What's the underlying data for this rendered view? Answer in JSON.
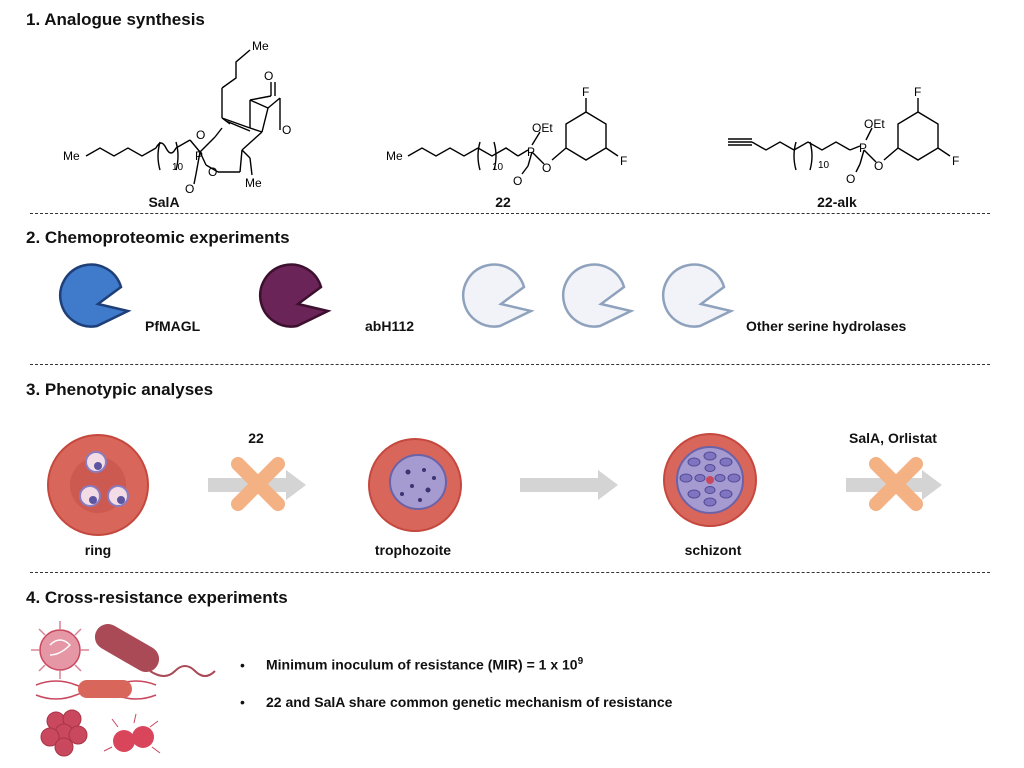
{
  "sections": [
    {
      "title": "1. Analogue synthesis"
    },
    {
      "title": "2. Chemoproteomic experiments"
    },
    {
      "title": "3. Phenotypic analyses"
    },
    {
      "title": "4. Cross-resistance experiments"
    }
  ],
  "molecules": {
    "sala": {
      "label": "SalA",
      "atoms": {
        "me_left": "Me",
        "subscript": "10",
        "o1": "O",
        "o2": "O",
        "p": "P",
        "o_dbl": "O",
        "o_ring": "O",
        "o_carbonyl": "O",
        "me_top": "Me",
        "me_bottom": "Me"
      }
    },
    "c22": {
      "label": "22",
      "atoms": {
        "me_left": "Me",
        "subscript": "10",
        "p": "P",
        "o_dbl": "O",
        "oet": "OEt",
        "o_aryl": "O",
        "f_top": "F",
        "f_right": "F"
      }
    },
    "c22alk": {
      "label": "22-alk",
      "atoms": {
        "subscript": "10",
        "p": "P",
        "o_dbl": "O",
        "oet": "OEt",
        "o_aryl": "O",
        "f_top": "F",
        "f_right": "F"
      }
    }
  },
  "enzymes": [
    {
      "label": "PfMAGL",
      "color": "#3f7acb"
    },
    {
      "label": "abH112",
      "color": "#6b2457"
    },
    {
      "label": "Other serine hydrolases",
      "color": "#f1f3f8"
    }
  ],
  "stages": [
    {
      "label": "ring"
    },
    {
      "label": "trophozoite"
    },
    {
      "label": "schizont"
    }
  ],
  "inhibitors": {
    "first": "22",
    "second": "SalA, Orlistat"
  },
  "bullets": {
    "mir_text": "Minimum inoculum of resistance (MIR) = 1 x 10",
    "mir_exponent": "9",
    "shared_mechanism": "22 and SalA share common genetic mechanism of resistance",
    "marker": "•"
  },
  "colors": {
    "cell": "#d9665a",
    "cell_stroke": "#c85248",
    "parasite": "#a59bd0",
    "cross": "#f4b183",
    "arrow": "#d4d4d4",
    "microbe": "#c9485e"
  }
}
